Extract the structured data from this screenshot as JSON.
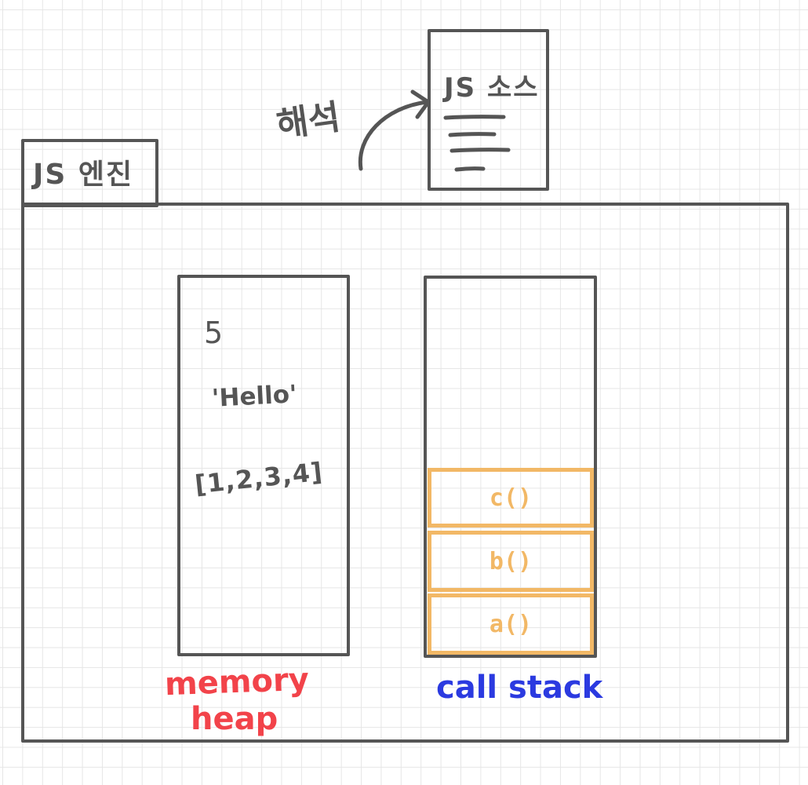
{
  "source": {
    "title": "JS 소스"
  },
  "parse_label": "해석",
  "engine": {
    "tab_label": "JS 엔진"
  },
  "memory_heap": {
    "values": [
      "5",
      "'Hello'",
      "[1,2,3,4]"
    ],
    "label_line1": "memory",
    "label_line2": "heap",
    "label_color": "#f2434a"
  },
  "call_stack": {
    "frames": [
      "c()",
      "b()",
      "a()"
    ],
    "label": "call stack",
    "label_color": "#2b3ae0",
    "frame_color": "#f2b866"
  },
  "colors": {
    "stroke": "#555555",
    "grid": "#e6e6e6"
  },
  "icons": {
    "arrow": "curved-arrow-icon"
  }
}
